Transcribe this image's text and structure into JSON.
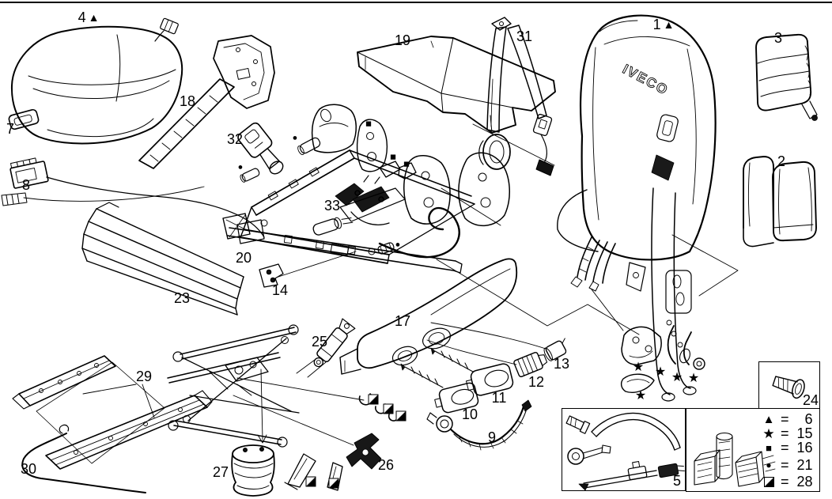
{
  "figure": {
    "type": "exploded-parts-diagram",
    "brand_logo": "IVECO",
    "callouts": {
      "n1": "1",
      "n2": "2",
      "n3": "3",
      "n4": "4",
      "n5": "5",
      "n7": "7",
      "n8": "8",
      "n9": "9",
      "n10": "10",
      "n11": "11",
      "n12": "12",
      "n13": "13",
      "n14": "14",
      "n17": "17",
      "n18": "18",
      "n19": "19",
      "n20": "20",
      "n23": "23",
      "n24": "24",
      "n25": "25",
      "n26": "26",
      "n27": "27",
      "n29": "29",
      "n30": "30",
      "n31": "31",
      "n32": "32",
      "n33": "33"
    },
    "symbols": {
      "triangle": "▲",
      "star": "★",
      "square": "■",
      "circle": "●",
      "half_square": "◪"
    },
    "legend": {
      "rows": [
        {
          "symbol": "triangle",
          "eq": "=",
          "value": "6"
        },
        {
          "symbol": "star",
          "eq": "=",
          "value": "15"
        },
        {
          "symbol": "square",
          "eq": "=",
          "value": "16"
        },
        {
          "symbol": "circle",
          "eq": "=",
          "value": "21"
        },
        {
          "symbol": "half_square",
          "eq": "=",
          "value": "28"
        }
      ]
    },
    "colors": {
      "ink": "#000000",
      "paper": "#ffffff"
    }
  }
}
